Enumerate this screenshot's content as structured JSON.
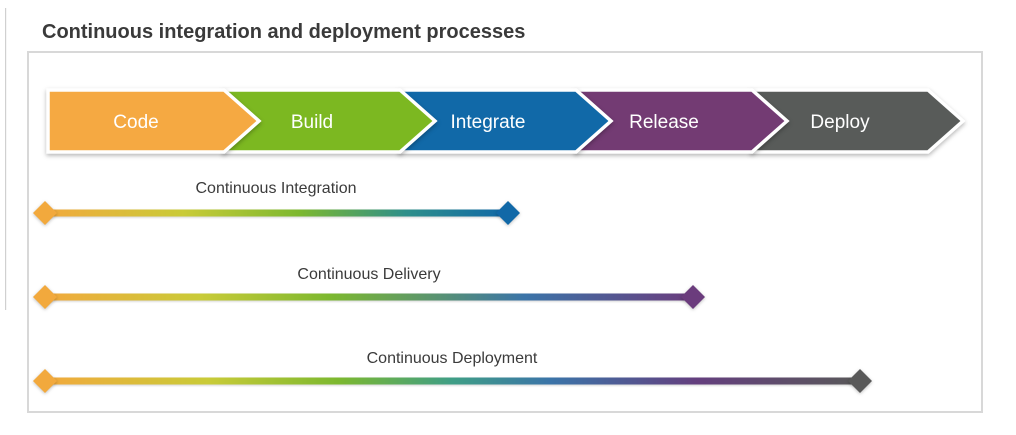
{
  "title": "Continuous integration and deployment processes",
  "colors": {
    "title_text": "#3a3a3a",
    "box_border": "#d8d8d8",
    "box_fill": "#ffffff",
    "start_diamond": "#F2A93D",
    "edge_line": "#c8c8c8"
  },
  "stages": [
    {
      "label": "Code",
      "color": "#F5A942"
    },
    {
      "label": "Build",
      "color": "#7CB821"
    },
    {
      "label": "Integrate",
      "color": "#1169A8"
    },
    {
      "label": "Release",
      "color": "#733B73"
    },
    {
      "label": "Deploy",
      "color": "#585B59"
    }
  ],
  "processes": [
    {
      "label": "Continuous Integration",
      "end_stage": "Integrate",
      "end_color": "#1168A7"
    },
    {
      "label": "Continuous Delivery",
      "end_stage": "Release",
      "end_color": "#6B3C7D"
    },
    {
      "label": "Continuous Deployment",
      "end_stage": "Deploy",
      "end_color": "#595959"
    }
  ],
  "gradients": {
    "integration": [
      "#F2A93D",
      "#C9CB38",
      "#7CB82F",
      "#2E8F8A",
      "#1168A7"
    ],
    "delivery": [
      "#F2A93D",
      "#C9CB38",
      "#7CB82F",
      "#3B74A8",
      "#6B3C7D"
    ],
    "deployment": [
      "#F2A93D",
      "#C9CB38",
      "#7CB82F",
      "#3F9E86",
      "#3B74A8",
      "#643F7E",
      "#595959"
    ]
  }
}
